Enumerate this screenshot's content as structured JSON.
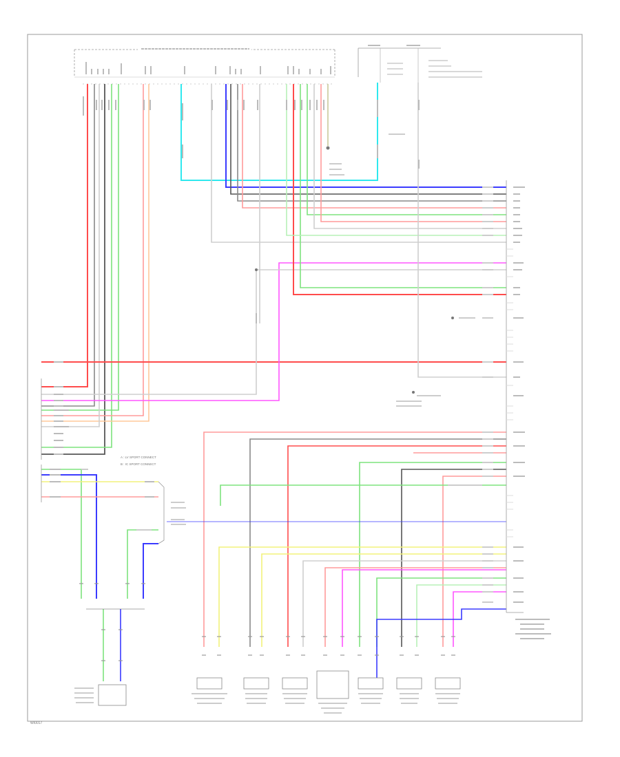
{
  "colors": {
    "red": "#ff4b4b",
    "pink": "#ff9a9a",
    "green": "#7de37d",
    "light_green": "#b7f0b7",
    "blue": "#3a3aff",
    "cyan": "#2ee8ee",
    "magenta": "#ff55ff",
    "yellow": "#f2f27a",
    "orange": "#ffc89a",
    "gray": "#888888",
    "light_gray": "#cfcfcf",
    "dark": "#555555",
    "frame": "#999999"
  },
  "legend": {
    "item1": "A : LV SPORT CONNECT",
    "item2": "B : IC SPORT CONNECT"
  },
  "footer_code": "WI0017"
}
